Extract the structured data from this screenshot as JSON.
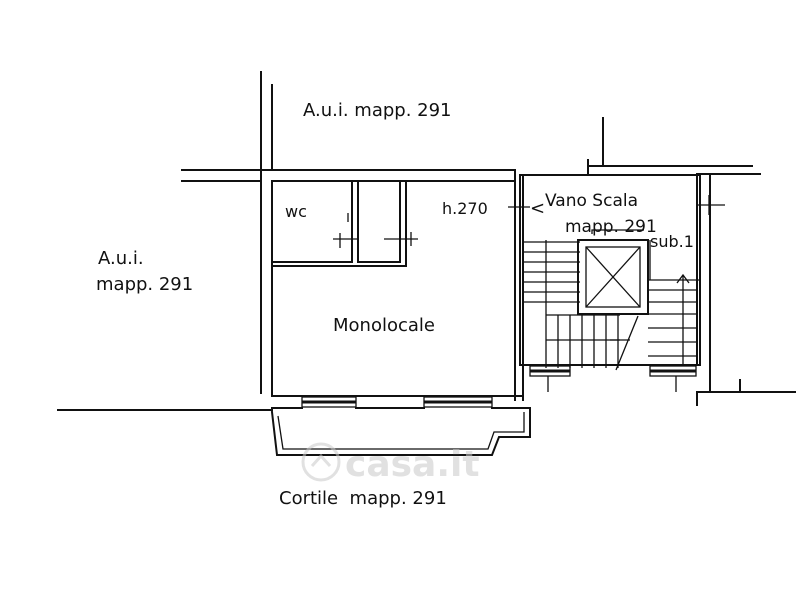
{
  "labels": {
    "top_neighbor": "A.u.i. mapp. 291",
    "left_neighbor_line1": "A.u.i.",
    "left_neighbor_line2": "mapp. 291",
    "wc": "wc",
    "height": "h.270",
    "stair_line1": "Vano Scala",
    "stair_line2": "mapp. 291",
    "sub": "sub.1",
    "main_room": "Monolocale",
    "courtyard": "Cortile  mapp. 291"
  },
  "watermark": "casa.it",
  "colors": {
    "line": "#111111",
    "background": "#ffffff",
    "watermark": "#c9c9c9"
  }
}
